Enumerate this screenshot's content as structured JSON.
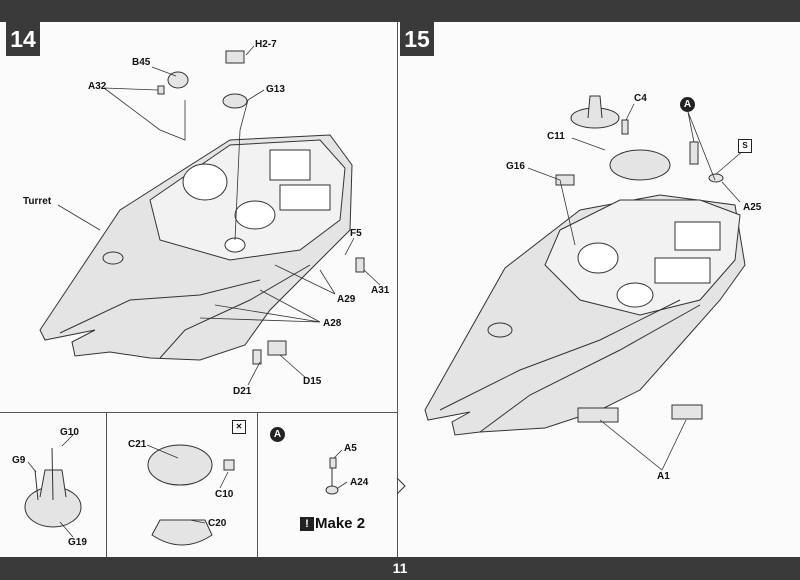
{
  "page_number": "11",
  "step14": {
    "number": "14",
    "labels": {
      "h27": "H2-7",
      "b45": "B45",
      "a32": "A32",
      "g13": "G13",
      "turret": "Turret",
      "f5": "F5",
      "a29": "A29",
      "a31": "A31",
      "a28": "A28",
      "d21": "D21",
      "d15": "D15"
    }
  },
  "step15": {
    "number": "15",
    "labels": {
      "c4": "C4",
      "c11": "C11",
      "g16": "G16",
      "a25": "A25",
      "a1": "A1"
    },
    "badge_a": "A",
    "badge_s": "S"
  },
  "sub1": {
    "labels": {
      "g10": "G10",
      "g9": "G9",
      "g19": "G19"
    }
  },
  "sub2": {
    "labels": {
      "c21": "C21",
      "c10": "C10",
      "c20": "C20"
    }
  },
  "sub3": {
    "badge": "A",
    "labels": {
      "a5": "A5",
      "a24": "A24"
    },
    "make": "Make 2"
  },
  "colors": {
    "bars": "#3a3a3a",
    "part_fill": "#e4e4e4",
    "line": "#333333"
  }
}
